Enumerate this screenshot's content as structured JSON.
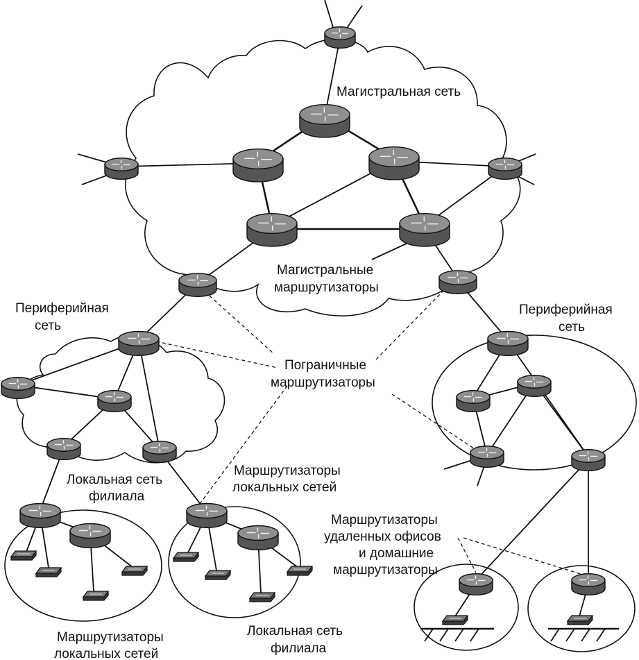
{
  "labels": {
    "backbone_network": "Магистральная сеть",
    "backbone_routers_line1": "Магистральные",
    "backbone_routers_line2": "маршрутизаторы",
    "peripheral_left_line1": "Периферийная",
    "peripheral_left_line2": "сеть",
    "peripheral_right_line1": "Периферийная",
    "peripheral_right_line2": "сеть",
    "border_routers_line1": "Пограничные",
    "border_routers_line2": "маршрутизаторы",
    "branch_lan_top_line1": "Локальная сеть",
    "branch_lan_top_line2": "филиала",
    "lan_routers_mid_line1": "Маршрутизаторы",
    "lan_routers_mid_line2": "локальных сетей",
    "remote_routers_line1": "Маршрутизаторы",
    "remote_routers_line2": "удаленных офисов",
    "remote_routers_line3": "и домашние",
    "remote_routers_line4": "маршрутизаторы",
    "lan_routers_bottom_line1": "Маршрутизаторы",
    "lan_routers_bottom_line2": "локальных сетей",
    "branch_lan_bottom_line1": "Локальная сеть",
    "branch_lan_bottom_line2": "филиала"
  },
  "colors": {
    "router_top": "#8f8f8f",
    "router_side": "#555555",
    "line": "#111111"
  },
  "icons": {
    "router": "router-icon",
    "switch": "switch-icon"
  }
}
